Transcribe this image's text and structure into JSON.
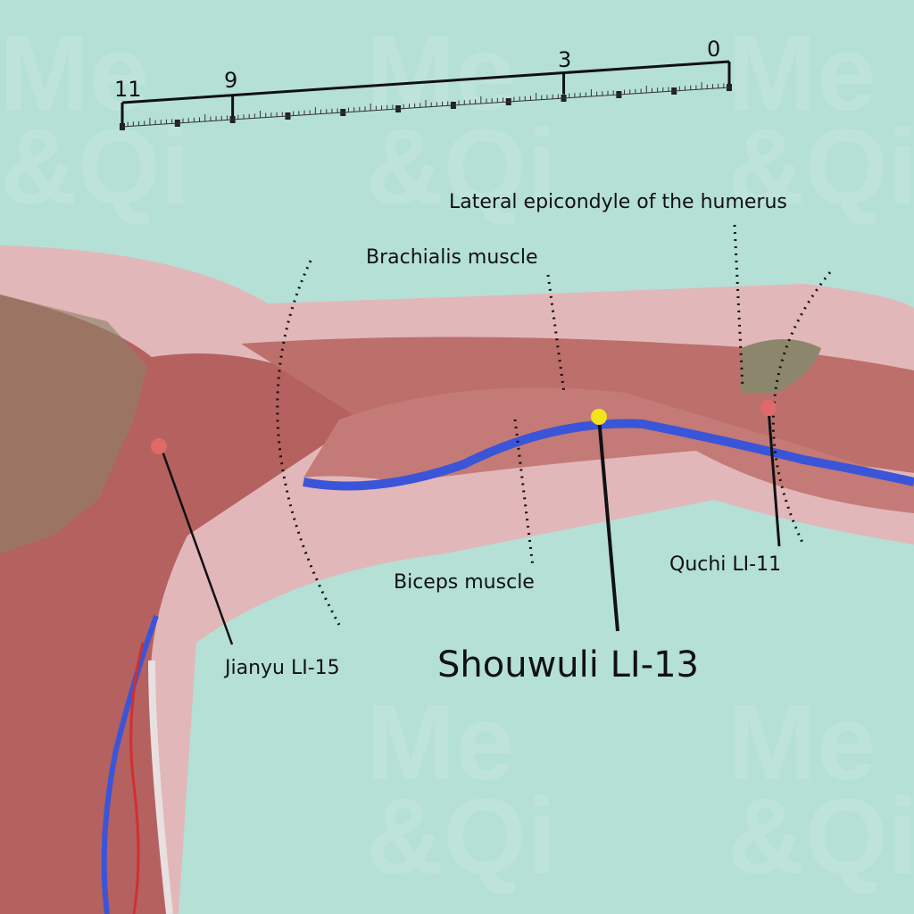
{
  "watermark": {
    "line1": "Me",
    "line2": "&Qi"
  },
  "ruler": {
    "labels": [
      "11",
      "9",
      "3",
      "0"
    ],
    "segments": 11
  },
  "labels": {
    "lateral_epicondyle": "Lateral epicondyle of the humerus",
    "brachialis": "Brachialis muscle",
    "biceps": "Biceps muscle",
    "quchi": "Quchi LI-11",
    "jianyu": "Jianyu LI-15",
    "shouwuli": "Shouwuli LI-13"
  },
  "colors": {
    "background": "#b5e0d6",
    "skin": "#e4b8bb",
    "muscle": "#b56a68",
    "vein": "#3a55d8",
    "active_point": "#f4e21c",
    "point": "#e06a6a"
  }
}
